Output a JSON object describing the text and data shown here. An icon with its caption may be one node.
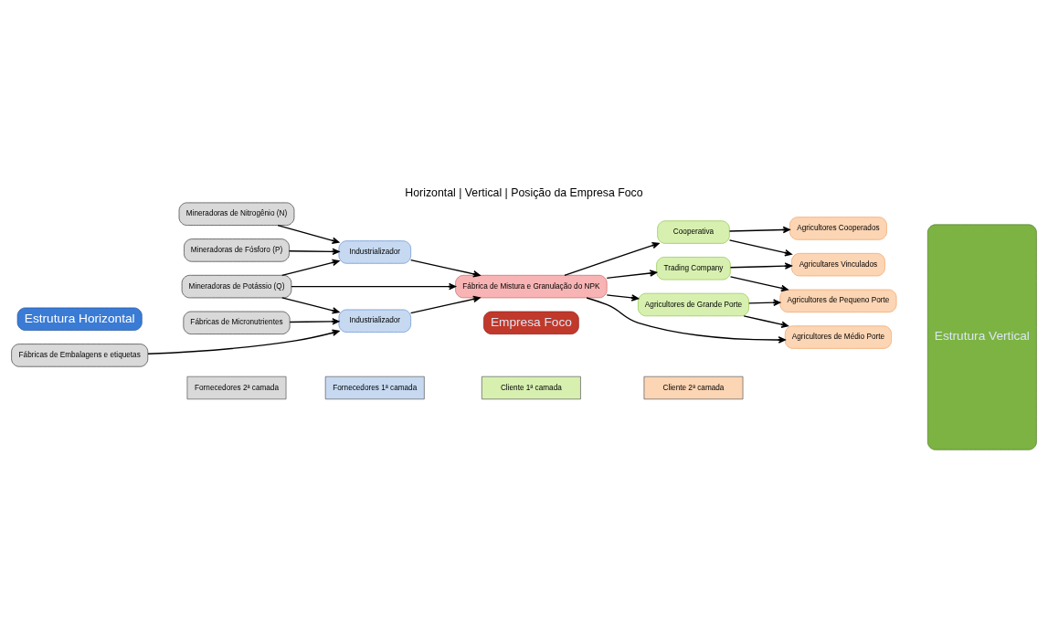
{
  "diagram": {
    "title": "Horizontal | Vertical | Posição da Empresa Foco",
    "nodes": [
      {
        "text": [
          "Mineradoras de Nitrogênio (N)"
        ]
      },
      {
        "text": [
          "Mineradoras de Fósforo (P)"
        ]
      },
      {
        "text": [
          "Mineradoras de Potássio (Q)"
        ]
      },
      {
        "text": [
          "Fábricas de Micronutrientes"
        ]
      },
      {
        "text": [
          "Fábricas de Embalagens e etiquetas"
        ]
      },
      {
        "text": [
          "Industrializador"
        ]
      },
      {
        "text": [
          "Industrializador"
        ]
      },
      {
        "text": [
          "Fábrica de Mistura e Granulação do NPK"
        ]
      },
      {
        "text": [
          "Cooperativa"
        ]
      },
      {
        "text": [
          "Trading Company"
        ]
      },
      {
        "text": [
          "Agricultores de Grande Porte"
        ]
      },
      {
        "text": [
          "Agricultores Cooperados"
        ]
      },
      {
        "text": [
          "Agricultares Vinculados"
        ]
      },
      {
        "text": [
          "Agricultores de Pequeno Porte"
        ]
      },
      {
        "text": [
          "Agricultores de Médio Porte"
        ]
      },
      {
        "text": [
          "Empresa Foco"
        ]
      },
      {
        "text": [
          "Estrutura Vertical"
        ]
      },
      {
        "text": [
          "Estrutura Horizontal"
        ]
      }
    ],
    "edges": [
      {
        "from": 0,
        "to": 5,
        "arrow": "to"
      },
      {
        "from": 1,
        "to": 5,
        "arrow": "to"
      },
      {
        "from": 2,
        "to": 5,
        "arrow": "to"
      },
      {
        "from": 2,
        "to": 7,
        "arrow": "to"
      },
      {
        "from": 2,
        "to": 6,
        "arrow": "to"
      },
      {
        "from": 3,
        "to": 6,
        "arrow": "to"
      },
      {
        "from": 4,
        "to": 6,
        "arrow": "to"
      },
      {
        "from": 5,
        "to": 7,
        "arrow": "to"
      },
      {
        "from": 6,
        "to": 7,
        "arrow": "to"
      },
      {
        "from": 7,
        "to": 8,
        "arrow": "to"
      },
      {
        "from": 7,
        "to": 9,
        "arrow": "to"
      },
      {
        "from": 7,
        "to": 10,
        "arrow": "to"
      },
      {
        "from": 7,
        "to": 14,
        "arrow": "to"
      },
      {
        "from": 8,
        "to": 11,
        "arrow": "to"
      },
      {
        "from": 8,
        "to": 12,
        "arrow": "to"
      },
      {
        "from": 9,
        "to": 12,
        "arrow": "to"
      },
      {
        "from": 9,
        "to": 13,
        "arrow": "to"
      },
      {
        "from": 10,
        "to": 13,
        "arrow": "to"
      },
      {
        "from": 10,
        "to": 14,
        "arrow": "to"
      }
    ],
    "legend": [
      {
        "text": "Fornecedores 2ª camada",
        "color": "#d9d9d9"
      },
      {
        "text": "Fornecedores 1ª camada",
        "color": "#c6d9f1"
      },
      {
        "text": "Cliente 1ª camada",
        "color": "#d7f0b0"
      },
      {
        "text": "Cliente 2ª camada",
        "color": "#fcd5b4"
      }
    ]
  }
}
